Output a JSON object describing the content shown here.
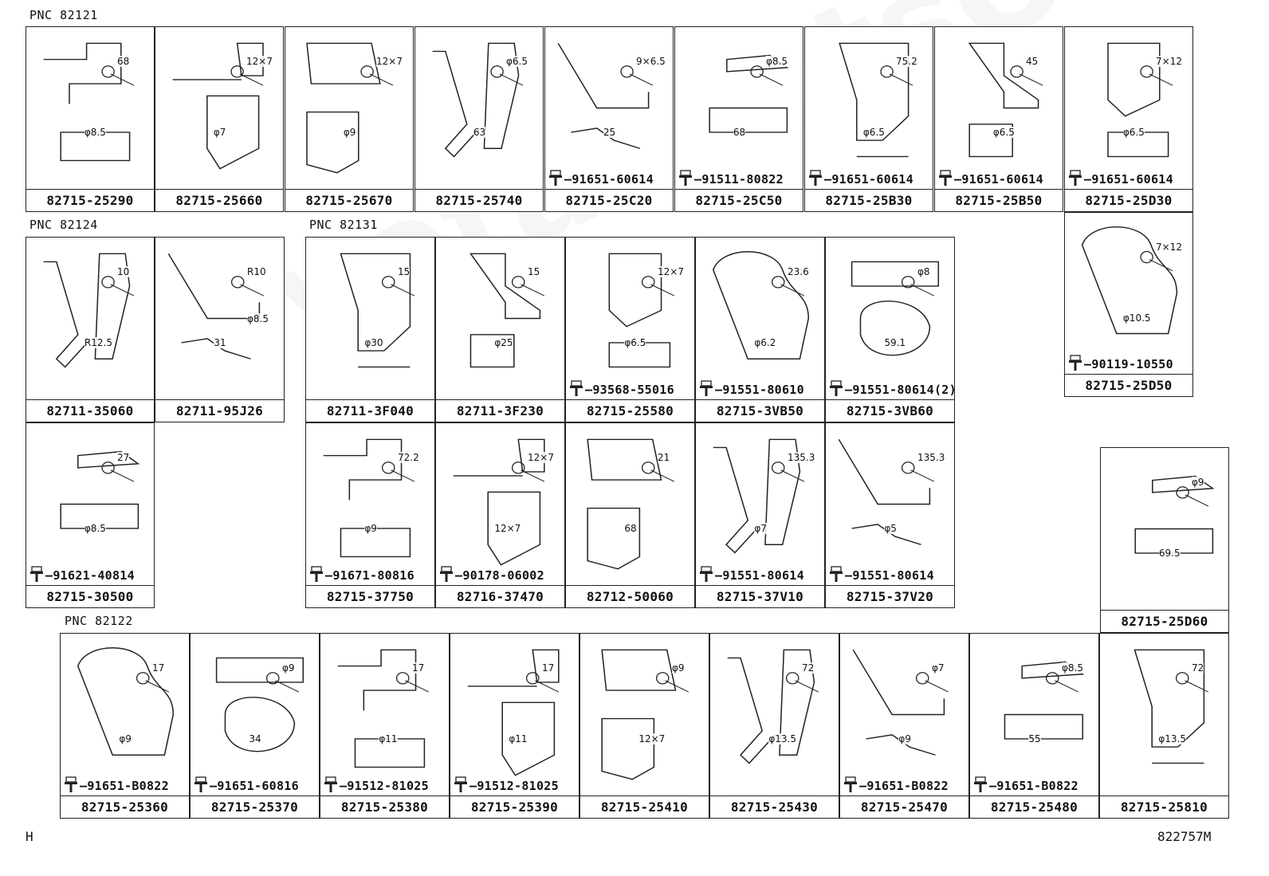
{
  "groups": [
    {
      "pnc": "PNC 82121",
      "parts": [
        {
          "id": "82715-25290",
          "bolt": ""
        },
        {
          "id": "82715-25660",
          "bolt": ""
        },
        {
          "id": "82715-25670",
          "bolt": ""
        },
        {
          "id": "82715-25740",
          "bolt": ""
        },
        {
          "id": "82715-25C20",
          "bolt": "91651-60614"
        },
        {
          "id": "82715-25C50",
          "bolt": "91511-80822"
        },
        {
          "id": "82715-25B30",
          "bolt": "91651-60614"
        },
        {
          "id": "82715-25B50",
          "bolt": "91651-60614"
        },
        {
          "id": "82715-25D30",
          "bolt": "91651-60614"
        },
        {
          "id": "82715-25D50",
          "bolt": "90119-10550"
        }
      ]
    },
    {
      "pnc": "PNC 82124",
      "parts": [
        {
          "id": "82711-35060",
          "bolt": ""
        },
        {
          "id": "82711-95J26",
          "bolt": ""
        },
        {
          "id": "82715-30500",
          "bolt": "91621-40814"
        }
      ]
    },
    {
      "pnc": "PNC 82131",
      "parts": [
        {
          "id": "82711-3F040",
          "bolt": ""
        },
        {
          "id": "82711-3F230",
          "bolt": ""
        },
        {
          "id": "82715-25580",
          "bolt": "93568-55016"
        },
        {
          "id": "82715-3VB50",
          "bolt": "91551-80610"
        },
        {
          "id": "82715-3VB60",
          "bolt": "91551-80614(2)"
        },
        {
          "id": "82715-37750",
          "bolt": "91671-80816"
        },
        {
          "id": "82716-37470",
          "bolt": "90178-06002"
        },
        {
          "id": "82712-50060",
          "bolt": ""
        },
        {
          "id": "82715-37V10",
          "bolt": "91551-80614"
        },
        {
          "id": "82715-37V20",
          "bolt": "91551-80614"
        },
        {
          "id": "82715-25D60",
          "bolt": ""
        }
      ]
    },
    {
      "pnc": "PNC 82122",
      "parts": [
        {
          "id": "82715-25360",
          "bolt": "91651-B0822"
        },
        {
          "id": "82715-25370",
          "bolt": "91651-60816"
        },
        {
          "id": "82715-25380",
          "bolt": "91512-81025"
        },
        {
          "id": "82715-25390",
          "bolt": "91512-81025"
        },
        {
          "id": "82715-25410",
          "bolt": ""
        },
        {
          "id": "82715-25430",
          "bolt": ""
        },
        {
          "id": "82715-25470",
          "bolt": "91651-B0822"
        },
        {
          "id": "82715-25480",
          "bolt": "91651-B0822"
        },
        {
          "id": "82715-25810",
          "bolt": ""
        }
      ]
    }
  ],
  "dims": {
    "82715-25290": [
      "68",
      "φ8.5"
    ],
    "82715-25660": [
      "12×7",
      "φ7"
    ],
    "82715-25670": [
      "12×7",
      "φ9"
    ],
    "82715-25740": [
      "φ6.5",
      "63"
    ],
    "82715-25C20": [
      "9×6.5",
      "25"
    ],
    "82715-25C50": [
      "φ8.5",
      "68"
    ],
    "82715-25B30": [
      "75.2",
      "φ6.5"
    ],
    "82715-25B50": [
      "45",
      "φ6.5"
    ],
    "82715-25D30": [
      "7×12",
      "φ6.5"
    ],
    "82715-25D50": [
      "7×12",
      "φ10.5"
    ],
    "82711-35060": [
      "10",
      "R12.5"
    ],
    "82711-95J26": [
      "R10",
      "31",
      "φ8.5"
    ],
    "82715-30500": [
      "27",
      "φ8.5"
    ],
    "82711-3F040": [
      "15",
      "φ30"
    ],
    "82711-3F230": [
      "15",
      "φ25"
    ],
    "82715-25580": [
      "12×7",
      "φ6.5"
    ],
    "82715-3VB50": [
      "23.6",
      "φ6.2"
    ],
    "82715-3VB60": [
      "φ8",
      "59.1"
    ],
    "82715-37750": [
      "72.2",
      "φ9"
    ],
    "82716-37470": [
      "12×7",
      "12×7"
    ],
    "82712-50060": [
      "21",
      "68"
    ],
    "82715-37V10": [
      "135.3",
      "φ7"
    ],
    "82715-37V20": [
      "135.3",
      "φ5"
    ],
    "82715-25D60": [
      "φ9",
      "69.5"
    ],
    "82715-25360": [
      "17",
      "φ9"
    ],
    "82715-25370": [
      "φ9",
      "34"
    ],
    "82715-25380": [
      "17",
      "φ11"
    ],
    "82715-25390": [
      "17",
      "φ11"
    ],
    "82715-25410": [
      "φ9",
      "12×7"
    ],
    "82715-25430": [
      "72",
      "φ13.5"
    ],
    "82715-25470": [
      "φ7",
      "φ9"
    ],
    "82715-25480": [
      "φ8.5",
      "55"
    ],
    "82715-25810": [
      "72",
      "φ13.5"
    ]
  },
  "footer": {
    "left": "H",
    "right": "822757M"
  },
  "watermark": "ToyotaPartsOnline"
}
